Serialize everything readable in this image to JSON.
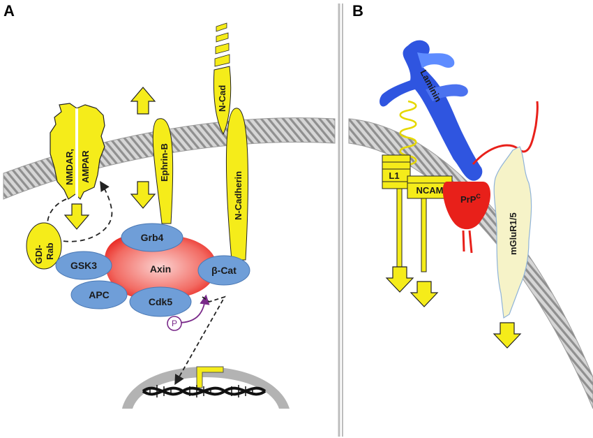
{
  "panels": {
    "a": "A",
    "b": "B"
  },
  "panel_a": {
    "nmdar": {
      "line1": "NMDAR,",
      "line2": "AMPAR"
    },
    "gdi_rab": {
      "line1": "GDI-",
      "line2": "Rab"
    },
    "ephrin_b": "Ephrin-B",
    "n_cad": "N-Cad",
    "n_cadherin": "N-Cadherin",
    "grb4": "Grb4",
    "gsk3": "GSK3",
    "axin": "Axin",
    "beta_cat": "β-Cat",
    "apc": "APC",
    "cdk5": "Cdk5",
    "phospho": "P"
  },
  "panel_b": {
    "laminin": "Laminin",
    "l1": "L1",
    "ncam": "NCAM",
    "prpc_base": "PrP",
    "prpc_sup": "C",
    "mglur": "mGluR1/5"
  },
  "colors": {
    "yellow": "#f5ec1a",
    "blue": "#6f9ed8",
    "red": "#e8201a",
    "laminin": "#2f55e0",
    "membrane": "#b5b5b5",
    "mglur": "#f6f3c8",
    "purple": "#7a2a8a"
  }
}
